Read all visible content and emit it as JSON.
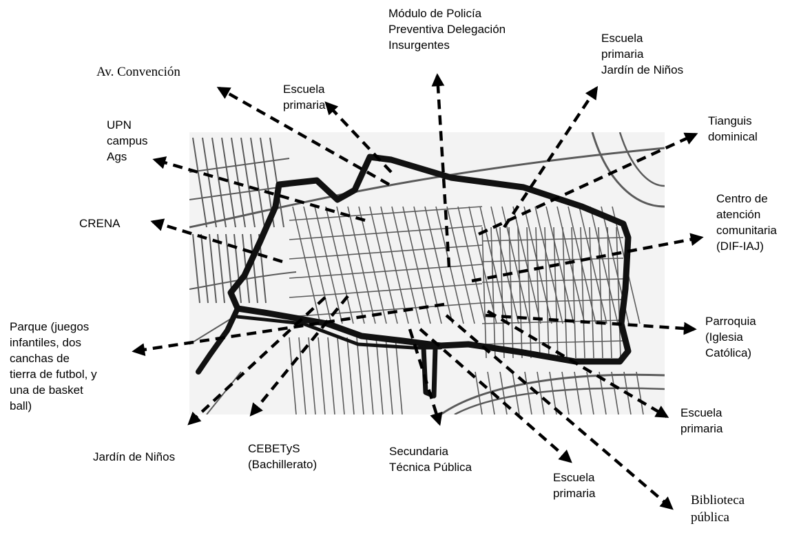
{
  "colors": {
    "ink": "#000000",
    "street": "#555555",
    "paper": "#f4f4f4"
  },
  "labels": {
    "av_convencion": "Av. Convención",
    "escuela_top": "Escuela\nprimaria",
    "modulo_policia": "Módulo de Policía\nPreventiva Delegación\nInsurgentes",
    "escuela_jardin": "Escuela\nprimaria\nJardín de Niños",
    "tianguis": "Tianguis\ndominical",
    "upn": "UPN\ncampus\nAgs",
    "crena": "CRENA",
    "centro_atencion": "Centro de\natención\ncomunitaria\n(DIF-IAJ)",
    "parque": "Parque (juegos\ninfantiles, dos\ncanchas de\ntierra de futbol, y\nuna de basket\nball)",
    "parroquia": "Parroquia\n(Iglesia\nCatólica)",
    "escuela_right": "Escuela\nprimaria",
    "jardin_ninos": "Jardín de Niños",
    "cebetys": "CEBETyS\n(Bachillerato)",
    "secundaria": "Secundaria\nTécnica Pública",
    "escuela_bottom": "Escuela\nprimaria",
    "biblioteca": "Biblioteca\npública"
  }
}
